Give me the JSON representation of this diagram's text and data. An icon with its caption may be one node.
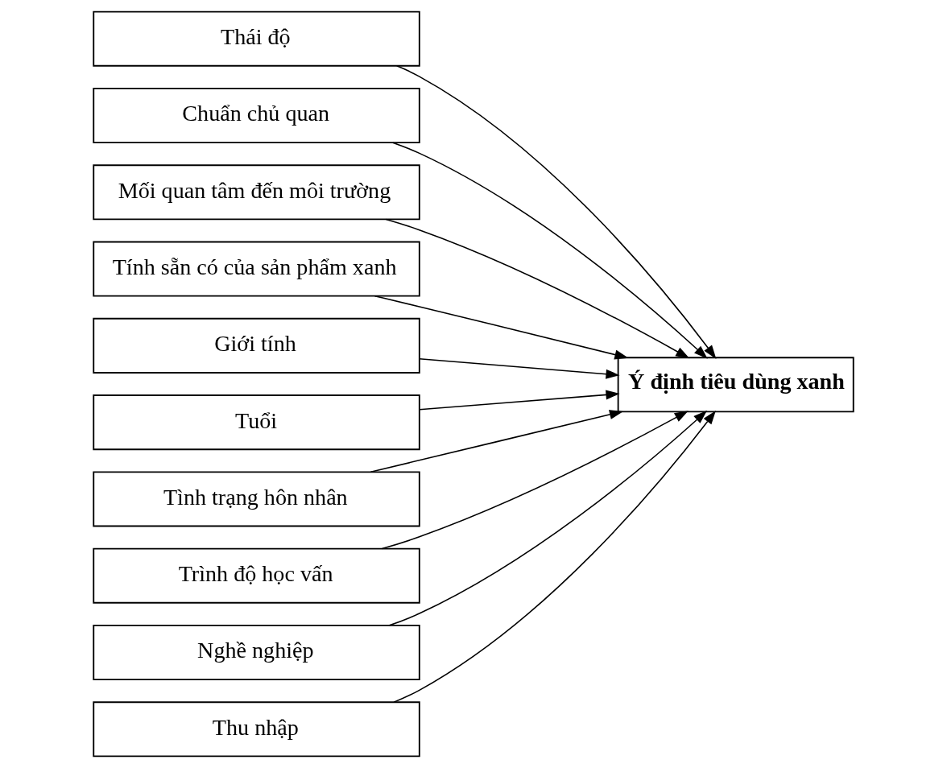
{
  "diagram": {
    "nodes": [
      {
        "text": [
          "Thái độ"
        ]
      },
      {
        "text": [
          "Chuẩn chủ quan"
        ]
      },
      {
        "text": [
          "Mối quan tâm đến môi trường"
        ]
      },
      {
        "text": [
          "Tính sẵn có của sản phẩm xanh"
        ]
      },
      {
        "text": [
          "Giới tính"
        ]
      },
      {
        "text": [
          "Tuổi"
        ]
      },
      {
        "text": [
          "Tình trạng hôn nhân"
        ]
      },
      {
        "text": [
          "Trình độ học vấn"
        ]
      },
      {
        "text": [
          "Nghề nghiệp"
        ]
      },
      {
        "text": [
          "Thu nhập"
        ]
      },
      {
        "text": [
          "Ý định tiêu dùng xanh"
        ]
      }
    ],
    "edges": [
      {
        "from": 0,
        "to": 10,
        "arrow": "to"
      },
      {
        "from": 1,
        "to": 10,
        "arrow": "to"
      },
      {
        "from": 2,
        "to": 10,
        "arrow": "to"
      },
      {
        "from": 3,
        "to": 10,
        "arrow": "to"
      },
      {
        "from": 4,
        "to": 10,
        "arrow": "to"
      },
      {
        "from": 5,
        "to": 10,
        "arrow": "to"
      },
      {
        "from": 6,
        "to": 10,
        "arrow": "to"
      },
      {
        "from": 7,
        "to": 10,
        "arrow": "to"
      },
      {
        "from": 8,
        "to": 10,
        "arrow": "to"
      },
      {
        "from": 9,
        "to": 10,
        "arrow": "to"
      }
    ]
  }
}
